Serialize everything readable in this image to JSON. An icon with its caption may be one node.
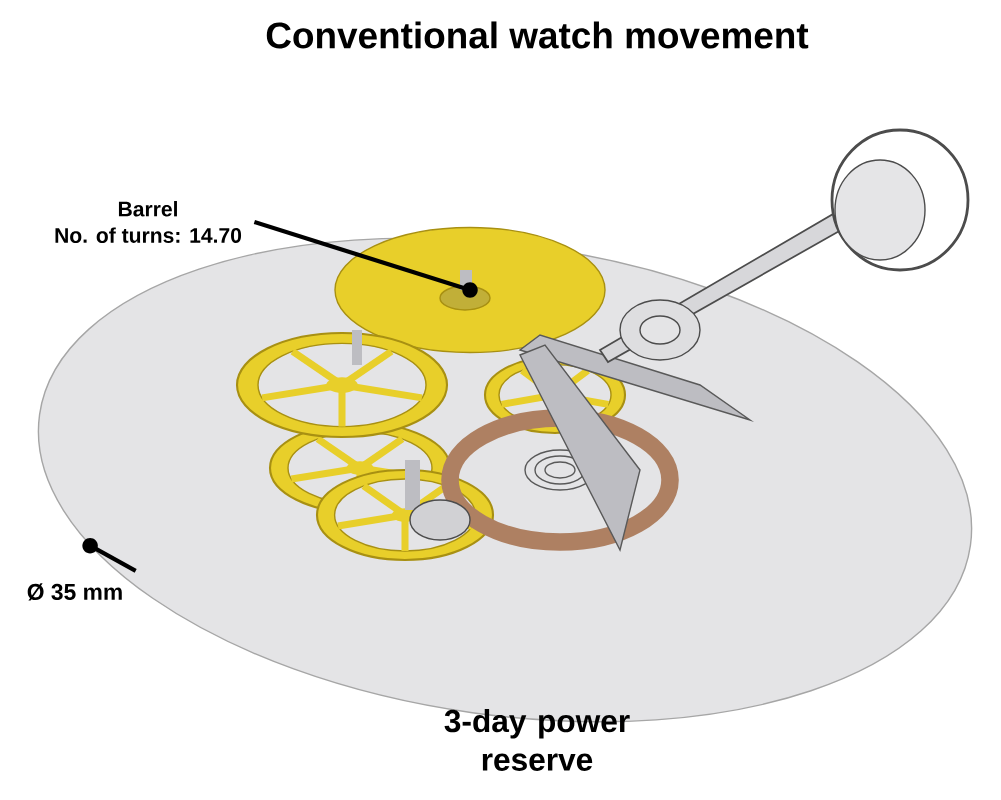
{
  "diagram": {
    "title": "Conventional watch movement",
    "nodes": [
      {
        "text": [
          "Barrel",
          "No. of turns: 14.70"
        ]
      },
      {
        "text": [
          "Ø 35 mm"
        ]
      },
      {
        "text": [],
        "shape": "picture"
      },
      {
        "text": [],
        "shape": "picture"
      }
    ],
    "edges": [
      {
        "from": 0,
        "to": 2,
        "arrow": "other"
      },
      {
        "from": 1,
        "to": 3,
        "arrow": "other"
      }
    ],
    "labels": [
      "3-day power reserve"
    ]
  }
}
